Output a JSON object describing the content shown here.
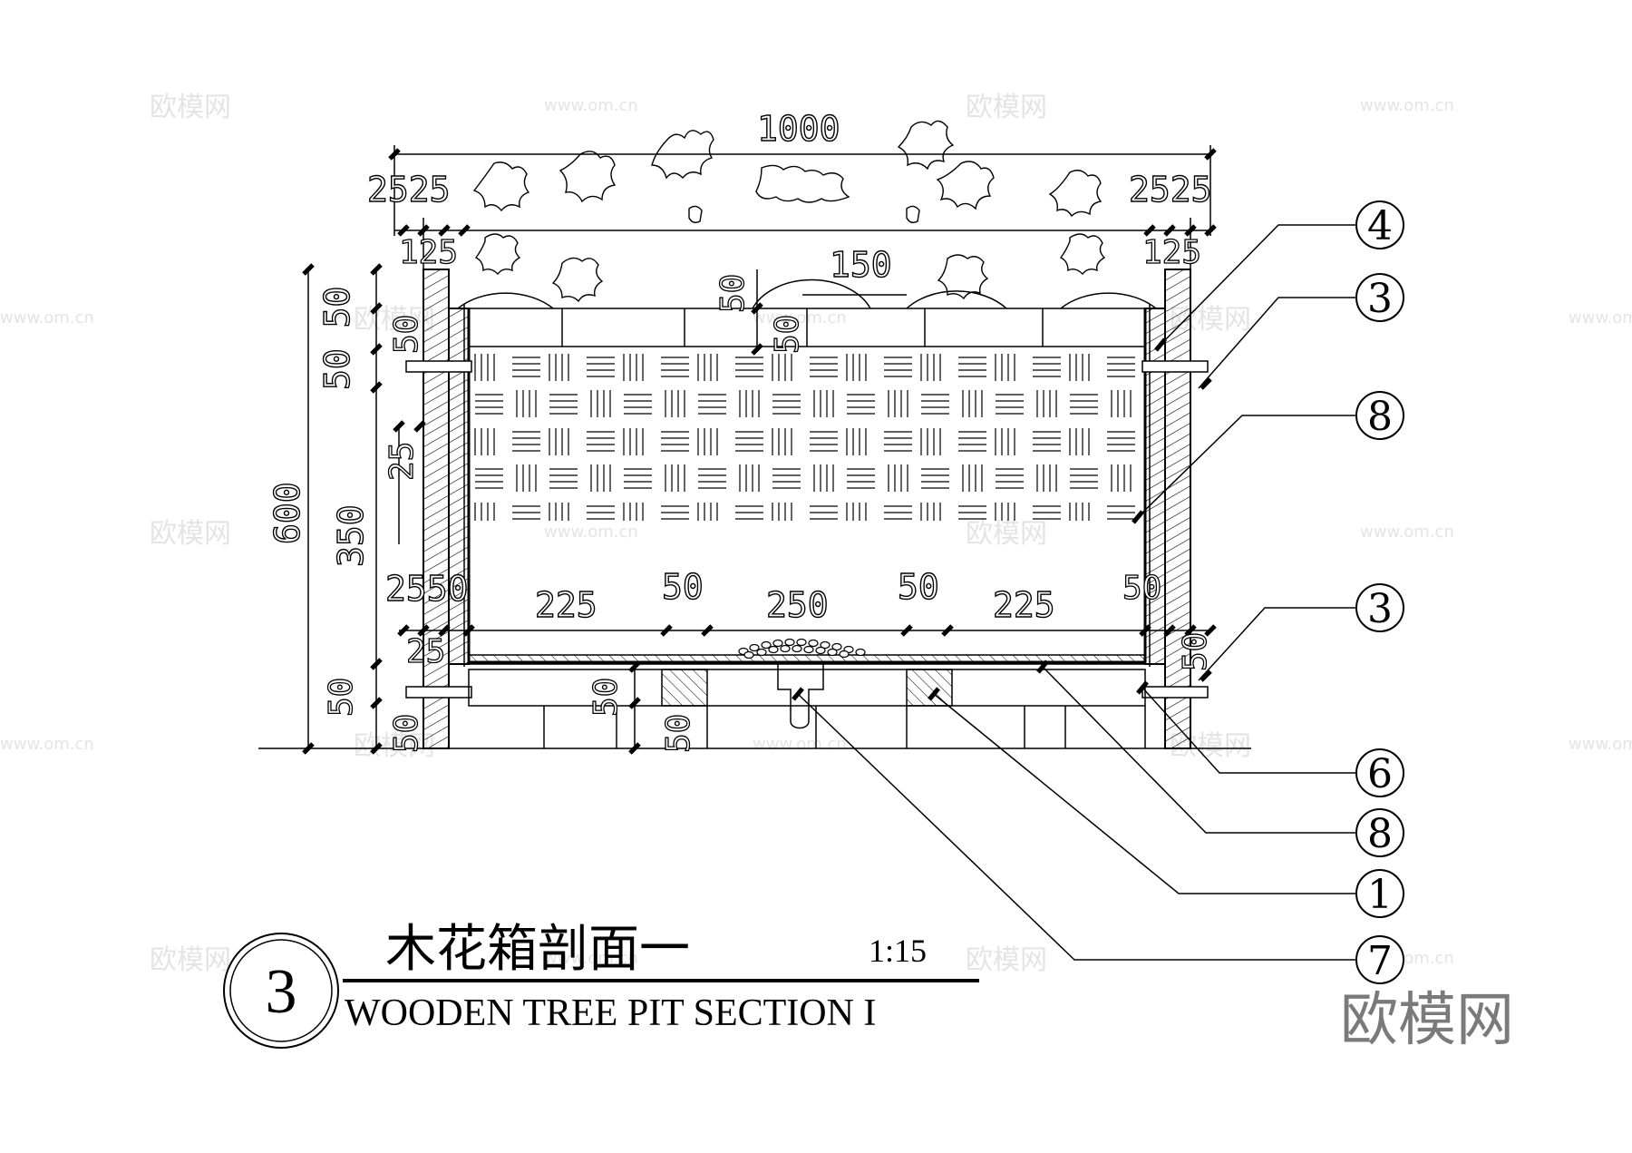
{
  "dimensions": {
    "top": [
      "1000",
      "2525",
      "2525",
      "125",
      "125",
      "150",
      "50",
      "50"
    ],
    "left": [
      "50 50",
      "50",
      "600",
      "350",
      "25",
      "2550",
      "50",
      "50"
    ],
    "bottom": [
      "225",
      "50",
      "250",
      "50",
      "225",
      "50",
      "50",
      "50",
      "25",
      "50"
    ]
  },
  "callouts": [
    "4",
    "3",
    "8",
    "3",
    "6",
    "8",
    "1",
    "7"
  ],
  "title": {
    "number": "3",
    "chinese": "木花箱剖面一",
    "english": "WOODEN TREE PIT SECTION I",
    "scale": "1:15"
  },
  "watermarks": {
    "brand": "欧模网",
    "url": "www.om.cn"
  }
}
